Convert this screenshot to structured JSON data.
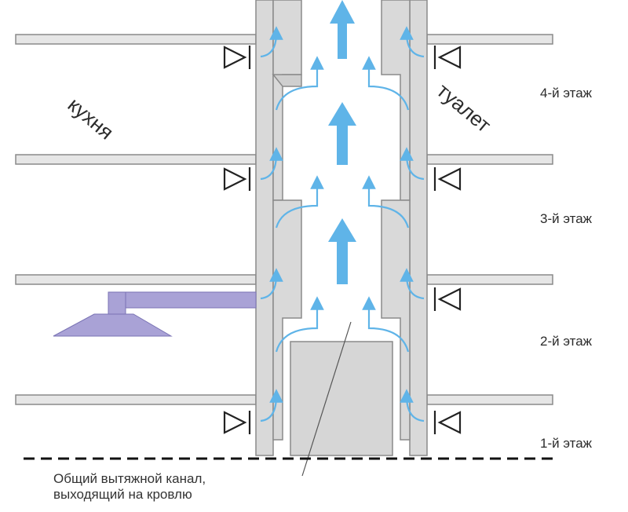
{
  "rooms": {
    "left": "кухня",
    "right": "туалет"
  },
  "floors": [
    "4-й этаж",
    "3-й этаж",
    "2-й этаж",
    "1-й этаж"
  ],
  "caption": {
    "line1": "Общий вытяжной канал,",
    "line2": "выходящий на кровлю"
  },
  "colors": {
    "shaft_fill": "#d9d9d9",
    "shaft_stroke": "#8a8a8a",
    "air_arrow": "#5fb4e8",
    "hood": "#a9a2d6",
    "valve": "#222222"
  },
  "icons": [
    "valve-icon",
    "air-arrow-icon",
    "range-hood-icon"
  ]
}
